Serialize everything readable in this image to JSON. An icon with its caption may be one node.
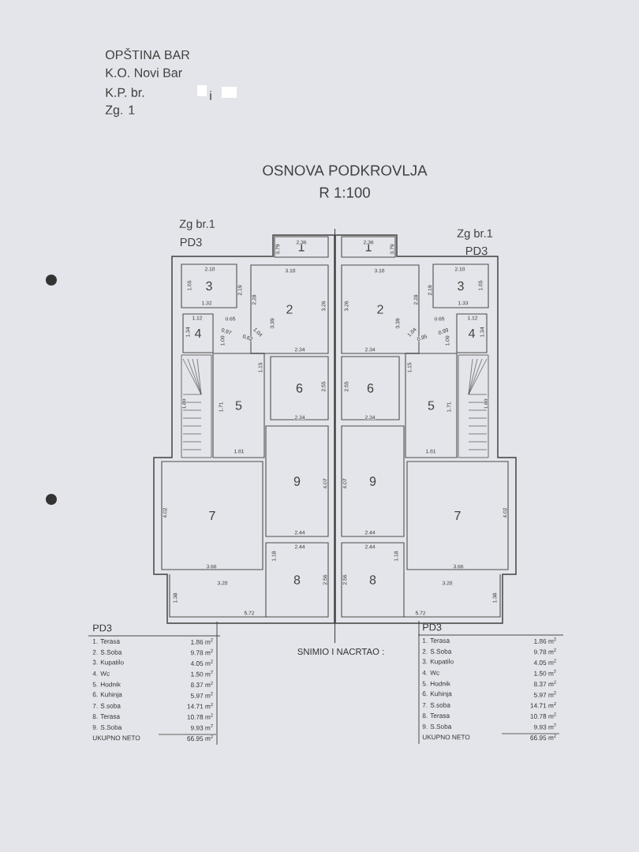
{
  "diagram": {
    "title": "OSNOVA PODKROVLJA",
    "nodes": [
      {
        "text": [
          "1"
        ]
      },
      {
        "text": [
          "2"
        ]
      },
      {
        "text": [
          "3"
        ]
      },
      {
        "text": [
          "4"
        ]
      },
      {
        "text": [
          "5"
        ]
      },
      {
        "text": [
          "6"
        ]
      },
      {
        "text": [
          "9"
        ]
      },
      {
        "text": [
          "7"
        ]
      },
      {
        "text": [
          "8"
        ]
      },
      {
        "text": [
          "1"
        ]
      },
      {
        "text": [
          "2"
        ]
      },
      {
        "text": [
          "3"
        ]
      },
      {
        "text": [
          "4"
        ]
      },
      {
        "text": [
          "5"
        ]
      },
      {
        "text": [
          "6"
        ]
      },
      {
        "text": [
          "9"
        ]
      },
      {
        "text": [
          "7"
        ]
      },
      {
        "text": [
          "8"
        ]
      }
    ],
    "labels": [
      "OPŠTINA BAR",
      "K.O. Novi Bar",
      "K.P. br.",
      "i",
      "Zg. 1",
      "R 1:100",
      "Zg br.1",
      "PD3",
      "Zg br.1",
      "PD3",
      "2.36",
      "0.79",
      "2.18",
      "3.18",
      "1.65",
      "2.19",
      "2.28",
      "3.26",
      "1.32",
      "1.12",
      "0.65",
      "0.39",
      "1.34",
      "0.97",
      "1.04",
      "0.62",
      "1.00",
      "2.34",
      "1.15",
      "2.55",
      "1.80",
      "1.71",
      "2.34",
      "1.81",
      "4.07",
      "4.02",
      "2.44",
      "2.44",
      "1.18",
      "3.66",
      "2.56",
      "3.28",
      "1.38",
      "5.72",
      "2.36",
      "0.79",
      "3.18",
      "2.18",
      "3.26",
      "2.28",
      "2.19",
      "1.65",
      "1.33",
      "0.39",
      "0.65",
      "1.12",
      "1.04",
      "0.95",
      "0.99",
      "1.00",
      "1.34",
      "2.34",
      "1.15",
      "2.55",
      "1.71",
      "1.80",
      "2.34",
      "1.81",
      "4.07",
      "4.02",
      "2.44",
      "2.44",
      "1.18",
      "3.66",
      "2.56",
      "3.28",
      "1.38",
      "5.72",
      "PD3",
      "1. Terasa",
      "1.86 m$^{2}$",
      "2. S.Soba",
      "9.78 m$^{2}$",
      "3. Kupatilo",
      "4.05 m$^{2}$",
      "4. Wc",
      "1.50 m$^{2}$",
      "5. Hodnik",
      "8.37 m$^{2}$",
      "6. Kuhinja",
      "5.97 m$^{2}$",
      "7. S.soba",
      "14.71 m$^{2}$",
      "8. Terasa",
      "10.78 m$^{2}$",
      "9. S.Soba",
      "9.93 m$^{2}$",
      "UKUPNO NETO",
      "66.95 m$^{2}$",
      "SNIMIO I NACRTAO :",
      "PD3",
      "1. Terasa",
      "1.86 m$^{2}$",
      "2. S.Soba",
      "9.78 m$^{2}$",
      "3. Kupatilo",
      "4.05 m$^{2}$",
      "4. Wc",
      "1.50 m$^{2}$",
      "5. Hodnik",
      "8.37 m$^{2}$",
      "6. Kuhinja",
      "5.97 m$^{2}$",
      "7. S.soba",
      "14.71 m$^{2}$",
      "8. Terasa",
      "10.78 m$^{2}$",
      "9. S.Soba",
      "9.93 m$^{2}$",
      "UKUPNO NETO",
      "66.95 m$^{2}$"
    ]
  }
}
